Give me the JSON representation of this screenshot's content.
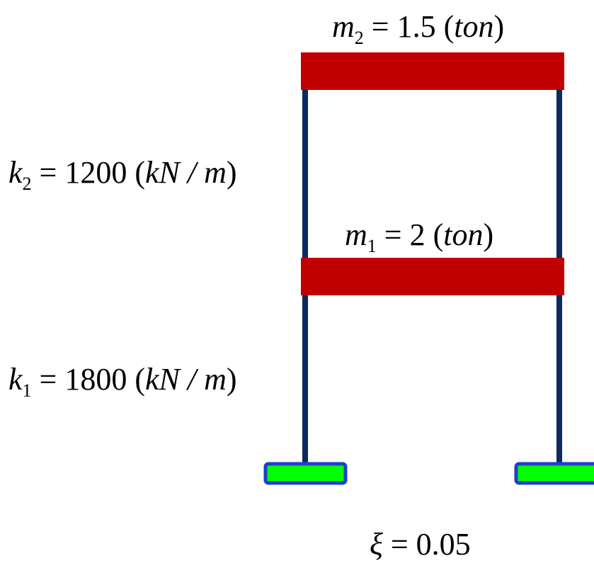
{
  "colors": {
    "slab": "#c00000",
    "column": "#0b2a5e",
    "support_fill": "#00ff00",
    "support_stroke": "#1f3fcf",
    "text": "#000000"
  },
  "labels": {
    "m2": {
      "var": "m",
      "sub": "2",
      "eq": " = 1.5 (",
      "unit": "ton",
      "close": ")"
    },
    "m1": {
      "var": "m",
      "sub": "1",
      "eq": " = 2 (",
      "unit": "ton",
      "close": ")"
    },
    "k2": {
      "var": "k",
      "sub": "2",
      "eq": " = 1200 (",
      "unit": "kN / m",
      "close": ")"
    },
    "k1": {
      "var": "k",
      "sub": "1",
      "eq": " = 1800 (",
      "unit": "kN / m",
      "close": ")"
    },
    "xi": {
      "var": "ξ",
      "eq": " = 0.05"
    }
  }
}
